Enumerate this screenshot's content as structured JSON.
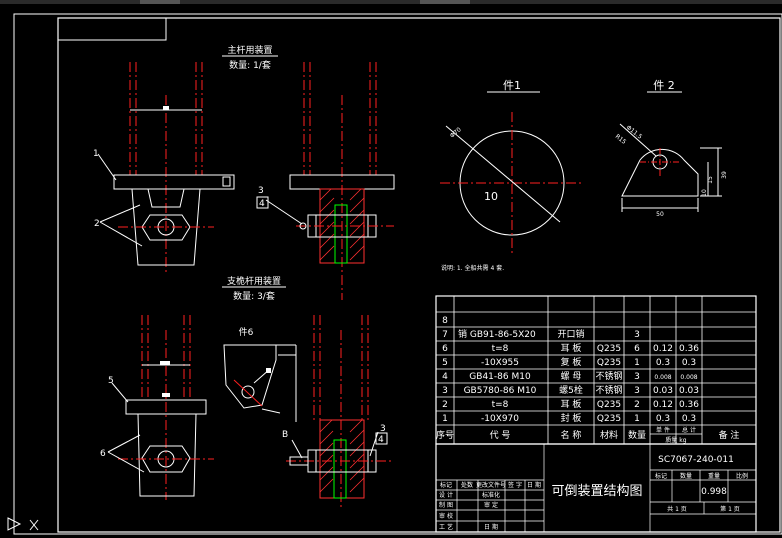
{
  "drawing": {
    "main_assembly_title": "主杆用装置",
    "main_assembly_qty": "数量: 1/套",
    "support_assembly_title": "支桅杆用装置",
    "support_assembly_qty": "数量: 3/套",
    "part1_title": "件1",
    "part2_title": "件 2",
    "part6_label": "件6",
    "note": "说明: 1. 全船共需 4 套.",
    "part1_dims": {
      "diameter": "Φ70",
      "thickness": "10"
    },
    "part2_dims": {
      "hole": "Φ11.5",
      "radius": "R15",
      "width": "50",
      "height": "39",
      "inner_h": "15",
      "base_h": "10"
    },
    "callouts": {
      "c1": "1",
      "c2": "2",
      "c3": "3",
      "c4": "4",
      "c5": "5",
      "c6": "6",
      "c4b": "4",
      "c3b": "3",
      "cB": "B"
    }
  },
  "bom": {
    "headers": [
      "序号",
      "代  号",
      "名 称",
      "材料",
      "数量",
      "单  件",
      "总  计",
      "备  注"
    ],
    "mass_label": "质量 kg",
    "rows": [
      {
        "no": "8",
        "code": "",
        "name": "",
        "mat": "",
        "qty": "",
        "unit": "",
        "total": "",
        "note": ""
      },
      {
        "no": "7",
        "code": "销 GB91-86-5X20",
        "name": "开口销",
        "mat": "",
        "qty": "3",
        "unit": "",
        "total": "",
        "note": ""
      },
      {
        "no": "6",
        "code": "t=8",
        "name": "耳  板",
        "mat": "Q235",
        "qty": "6",
        "unit": "0.12",
        "total": "0.36",
        "note": ""
      },
      {
        "no": "5",
        "code": "-10X955",
        "name": "复  板",
        "mat": "Q235",
        "qty": "1",
        "unit": "0.3",
        "total": "0.3",
        "note": ""
      },
      {
        "no": "4",
        "code": "GB41-86 M10",
        "name": "螺  母",
        "mat": "不锈钢",
        "qty": "3",
        "unit": "0.008",
        "total": "0.008",
        "note": ""
      },
      {
        "no": "3",
        "code": "GB5780-86 M10",
        "name": "螺5栓",
        "mat": "不锈钢",
        "qty": "3",
        "unit": "0.03",
        "total": "0.03",
        "note": ""
      },
      {
        "no": "2",
        "code": "t=8",
        "name": "耳  板",
        "mat": "Q235",
        "qty": "2",
        "unit": "0.12",
        "total": "0.36",
        "note": ""
      },
      {
        "no": "1",
        "code": "-10X970",
        "name": "封  板",
        "mat": "Q235",
        "qty": "1",
        "unit": "0.3",
        "total": "0.3",
        "note": ""
      }
    ]
  },
  "title_block": {
    "drawing_no": "SC7067-240-011",
    "title": "可倒装置结构图",
    "scale_value": "0.998",
    "header_labels": [
      "标记",
      "数量",
      "重量",
      "比例"
    ],
    "sheet_labels": [
      "共 1 页",
      "第 1 页"
    ],
    "sign_rows": [
      [
        "标记",
        "处数",
        "更改文件号",
        "签 字",
        "日 期"
      ],
      [
        "设 计",
        "",
        "标准化",
        "",
        ""
      ],
      [
        "制 图",
        "",
        "审 定",
        "",
        ""
      ],
      [
        "审 校",
        "",
        "",
        "",
        ""
      ],
      [
        "工 艺",
        "",
        "日 期",
        "",
        ""
      ]
    ]
  },
  "colors": {
    "line": "#ffffff",
    "center": "#ff2020",
    "hatch": "#ff3030",
    "pin": "#00ff00"
  }
}
